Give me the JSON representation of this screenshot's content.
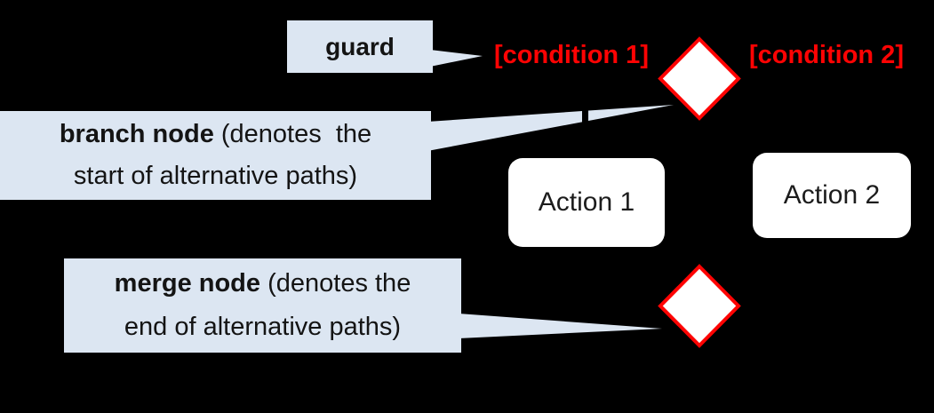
{
  "colors": {
    "background": "#000000",
    "callout_fill": "#dce6f2",
    "callout_text": "#141414",
    "diamond_fill": "#ffffff",
    "diamond_stroke": "#fe0303",
    "condition_text": "#fe0303",
    "action_fill": "#ffffff",
    "action_text": "#1c1c1c",
    "edge_tick": "#000000"
  },
  "callouts": {
    "guard": {
      "label": "guard"
    },
    "branch": {
      "bold": "branch node",
      "line1_rest": " (denotes  the",
      "line2": "start of alternative paths)"
    },
    "merge": {
      "bold": "merge node",
      "line1_rest": " (denotes the",
      "line2": "end of alternative paths)"
    }
  },
  "guards": {
    "condition1": "[condition 1]",
    "condition2": "[condition 2]"
  },
  "actions": {
    "action1": "Action 1",
    "action2": "Action 2"
  },
  "icons": {
    "branch_diamond": "decision-diamond",
    "merge_diamond": "merge-diamond"
  }
}
